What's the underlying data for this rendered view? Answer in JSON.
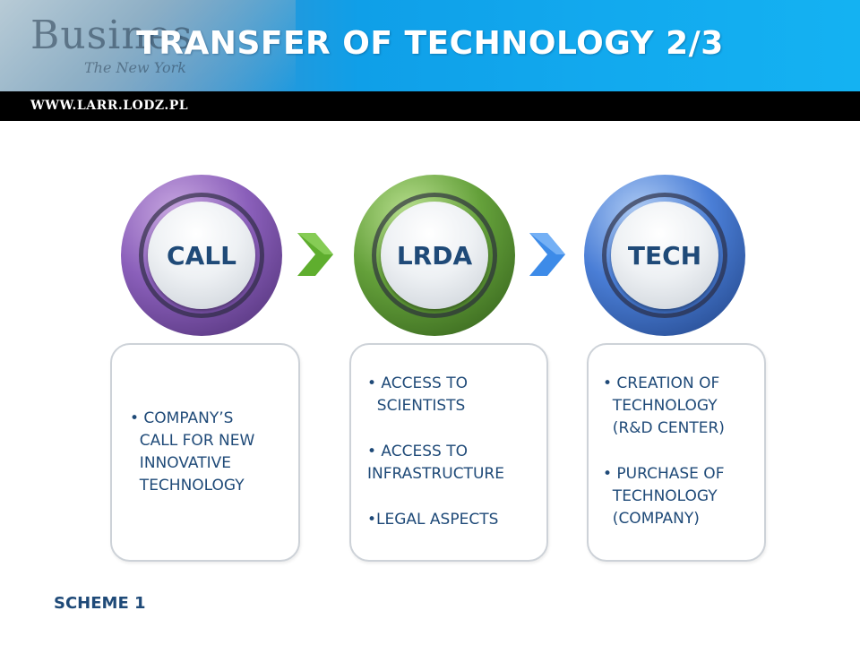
{
  "header": {
    "title": "TRANSFER OF TECHNOLOGY 2/3",
    "url": "WWW.LARR.LODZ.PL",
    "background_words": [
      "Busines",
      "The New York"
    ]
  },
  "colors": {
    "header_blue": "#12a9ee",
    "text_blue": "#1f4a78",
    "call_purple": "#8a5fba",
    "lrda_green": "#64a03a",
    "tech_blue": "#4a7ed6",
    "arrow_green": "#5fae2e",
    "arrow_blue": "#3d8be8"
  },
  "stages": [
    {
      "label": "CALL",
      "items": [
        "• COMPANY’S\n  CALL FOR NEW\n  INNOVATIVE\n  TECHNOLOGY"
      ]
    },
    {
      "label": "LRDA",
      "items": [
        "• ACCESS TO\n  SCIENTISTS",
        "• ACCESS TO\nINFRASTRUCTURE",
        "•LEGAL ASPECTS"
      ]
    },
    {
      "label": "TECH",
      "items": [
        "• CREATION OF\n  TECHNOLOGY\n  (R&D CENTER)",
        "• PURCHASE OF\n  TECHNOLOGY\n  (COMPANY)"
      ]
    }
  ],
  "arrows": [
    "chevron-right-icon",
    "chevron-right-icon"
  ],
  "footer": {
    "scheme_label": "SCHEME 1"
  }
}
